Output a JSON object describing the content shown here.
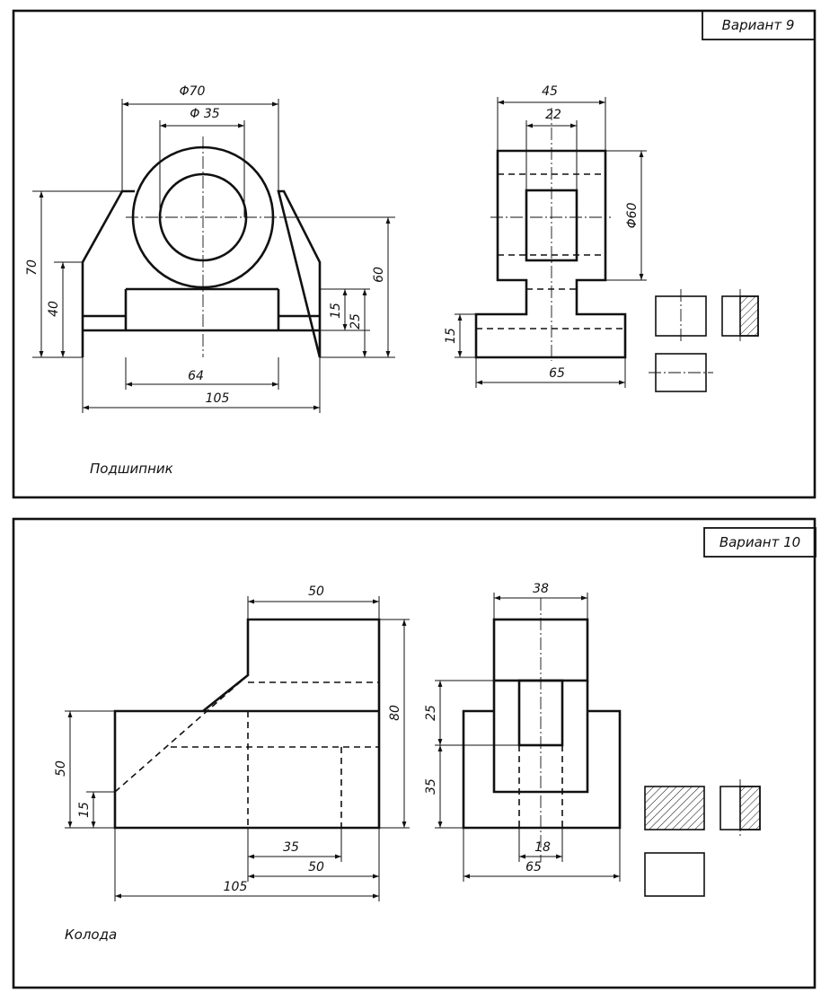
{
  "variant9": {
    "badge": "Вариант 9",
    "caption": "Подшипник",
    "dims": {
      "d70": "Φ70",
      "d35": "Φ 35",
      "h70": "70",
      "h40": "40",
      "h15": "15",
      "h25": "25",
      "h60": "60",
      "w64": "64",
      "w105": "105",
      "w45": "45",
      "w22": "22",
      "d60": "Φ60",
      "s15": "15",
      "w65": "65"
    }
  },
  "variant10": {
    "badge": "Вариант 10",
    "caption": "Колода",
    "dims": {
      "w50top": "50",
      "h80": "80",
      "h50": "50",
      "h15": "15",
      "w35": "35",
      "w50": "50",
      "w105": "105",
      "w38": "38",
      "h25": "25",
      "h35": "35",
      "w18": "18",
      "w65": "65"
    }
  }
}
